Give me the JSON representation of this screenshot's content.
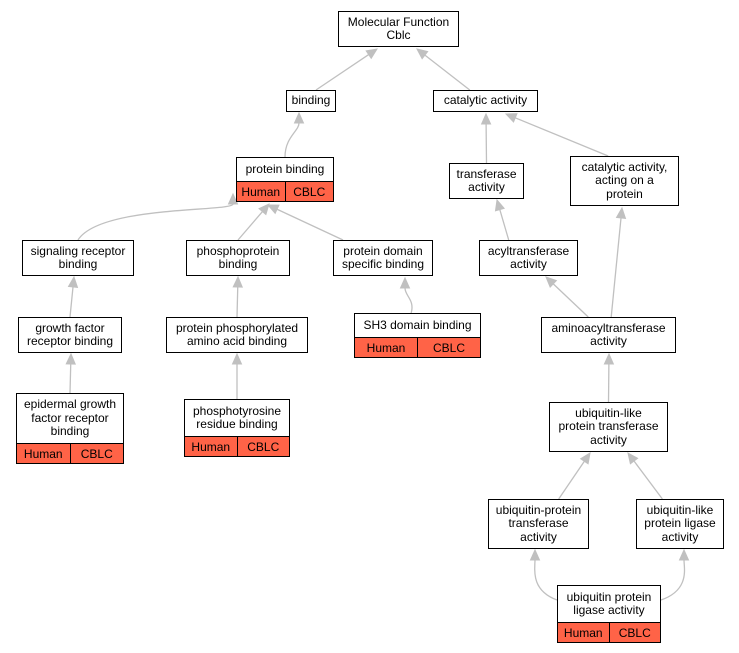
{
  "colors": {
    "edge": "#c0c0c0",
    "annotation": "#ff6347",
    "border": "#000000"
  },
  "nodes": [
    {
      "id": "mf",
      "label": "Molecular Function\nCblc"
    },
    {
      "id": "binding",
      "label": "binding"
    },
    {
      "id": "catalytic",
      "label": "catalytic activity"
    },
    {
      "id": "protein_binding",
      "label": "protein binding",
      "species": "Human",
      "gene": "CBLC"
    },
    {
      "id": "transferase",
      "label": "transferase\nactivity"
    },
    {
      "id": "cat_protein",
      "label": "catalytic activity,\nacting on a\nprotein"
    },
    {
      "id": "signaling",
      "label": "signaling receptor\nbinding"
    },
    {
      "id": "phosphoprotein",
      "label": "phosphoprotein\nbinding"
    },
    {
      "id": "domain",
      "label": "protein domain\nspecific binding"
    },
    {
      "id": "acyl",
      "label": "acyltransferase\nactivity"
    },
    {
      "id": "gf",
      "label": "growth factor\nreceptor binding"
    },
    {
      "id": "ppaab",
      "label": "protein phosphorylated\namino acid binding"
    },
    {
      "id": "sh3",
      "label": "SH3 domain binding",
      "species": "Human",
      "gene": "CBLC"
    },
    {
      "id": "aminoacyl",
      "label": "aminoacyltransferase\nactivity"
    },
    {
      "id": "egf",
      "label": "epidermal growth\nfactor receptor\nbinding",
      "species": "Human",
      "gene": "CBLC"
    },
    {
      "id": "ptyr",
      "label": "phosphotyrosine\nresidue binding",
      "species": "Human",
      "gene": "CBLC"
    },
    {
      "id": "ubl_trans",
      "label": "ubiquitin-like\nprotein transferase\nactivity"
    },
    {
      "id": "ub_trans",
      "label": "ubiquitin-protein\ntransferase\nactivity"
    },
    {
      "id": "ubl_ligase",
      "label": "ubiquitin-like\nprotein ligase\nactivity"
    },
    {
      "id": "ub_ligase",
      "label": "ubiquitin protein\nligase activity",
      "species": "Human",
      "gene": "CBLC"
    }
  ],
  "edges": [
    {
      "from": "binding",
      "to": "mf"
    },
    {
      "from": "catalytic",
      "to": "mf"
    },
    {
      "from": "protein_binding",
      "to": "binding"
    },
    {
      "from": "transferase",
      "to": "catalytic"
    },
    {
      "from": "cat_protein",
      "to": "catalytic"
    },
    {
      "from": "signaling",
      "to": "protein_binding"
    },
    {
      "from": "phosphoprotein",
      "to": "protein_binding"
    },
    {
      "from": "domain",
      "to": "protein_binding"
    },
    {
      "from": "acyl",
      "to": "transferase"
    },
    {
      "from": "gf",
      "to": "signaling"
    },
    {
      "from": "ppaab",
      "to": "phosphoprotein"
    },
    {
      "from": "sh3",
      "to": "domain"
    },
    {
      "from": "aminoacyl",
      "to": "acyl"
    },
    {
      "from": "aminoacyl",
      "to": "cat_protein"
    },
    {
      "from": "egf",
      "to": "gf"
    },
    {
      "from": "ptyr",
      "to": "ppaab"
    },
    {
      "from": "ubl_trans",
      "to": "aminoacyl"
    },
    {
      "from": "ub_trans",
      "to": "ubl_trans"
    },
    {
      "from": "ubl_ligase",
      "to": "ubl_trans"
    },
    {
      "from": "ub_ligase",
      "to": "ub_trans"
    },
    {
      "from": "ub_ligase",
      "to": "ubl_ligase"
    }
  ]
}
